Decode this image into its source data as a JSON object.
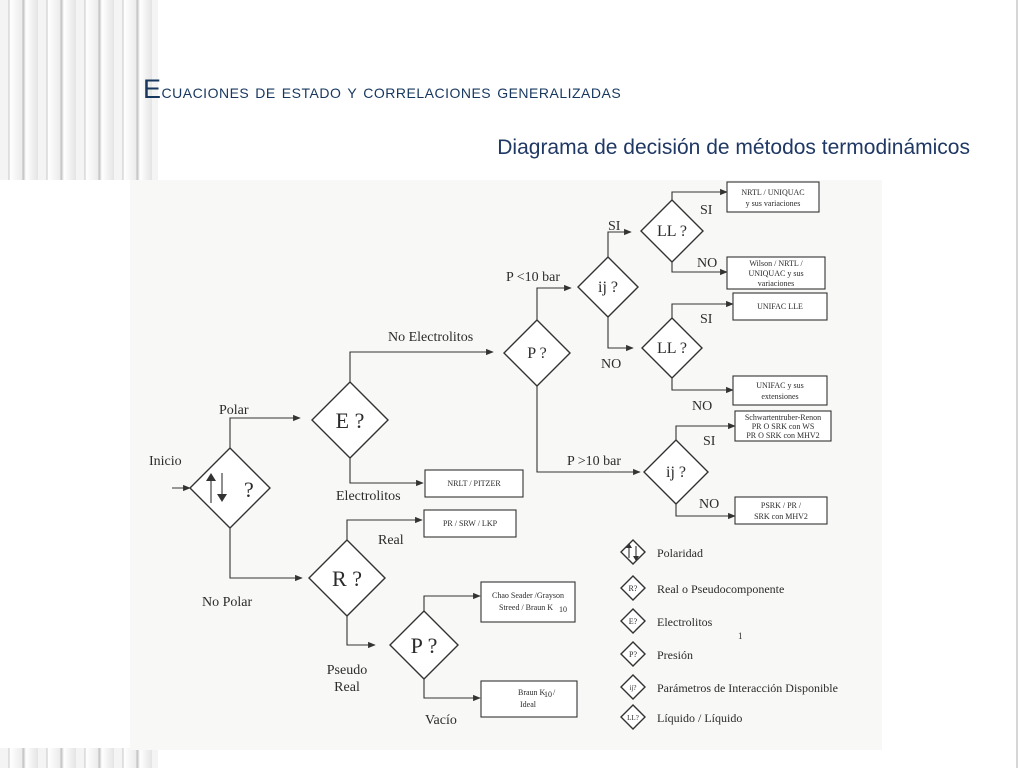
{
  "slide": {
    "title": "Ecuaciones de estado y correlaciones generalizadas",
    "subtitle": "Diagrama de decisión de métodos termodinámicos"
  },
  "diagram": {
    "decisions": {
      "polarity": "?",
      "electrolytes": "E ?",
      "real": "R ?",
      "pressure_main": "P ?",
      "pressure_pseudo": "P ?",
      "interaction_low": "ij ?",
      "interaction_high": "ij ?",
      "ll_upper": "LL ?",
      "ll_lower": "LL ?"
    },
    "labels": {
      "inicio": "Inicio",
      "polar": "Polar",
      "no_polar": "No Polar",
      "no_electrolitos": "No Electrolitos",
      "electrolitos": "Electrolitos",
      "real": "Real",
      "pseudo_1": "Pseudo",
      "pseudo_2": "Real",
      "vacio": "Vacío",
      "p_low": "P <10 bar",
      "p_high": "P >10 bar",
      "si_ij_low": "SI",
      "no_ij_low": "NO",
      "si_ll_upper": "SI",
      "no_ll_upper": "NO",
      "si_ll_lower": "SI",
      "no_ll_lower": "NO",
      "si_ij_high": "SI",
      "no_ij_high": "NO"
    },
    "results": {
      "nrtl_uniquac": [
        "NRTL / UNIQUAC",
        "y sus variaciones"
      ],
      "wilson": [
        "Wilson / NRTL /",
        "UNIQUAC y sus",
        "variaciones"
      ],
      "unifac_lle": [
        "UNIFAC LLE"
      ],
      "unifac_ext": [
        "UNIFAC y sus",
        "extensiones"
      ],
      "schwartentruber": [
        "Schwartentruber-Renon",
        "PR O SRK con WS",
        "PR O SRK con MHV2"
      ],
      "psrk": [
        "PSRK / PR /",
        "SRK con MHV2"
      ],
      "nrlt_pitzer": [
        "NRLT / PITZER"
      ],
      "pr_srk_lkp": [
        "PR / SRW / LKP"
      ],
      "chao_seader": [
        "Chao Seader /Grayson",
        "Streed / Braun K",
        "10"
      ],
      "braun_ideal": [
        "Braun K",
        "10",
        "/",
        "Ideal"
      ]
    },
    "legend": [
      {
        "symbol": "↑↓",
        "label": "Polaridad"
      },
      {
        "symbol": "R?",
        "label": "Real o Pseudocomponente"
      },
      {
        "symbol": "E?",
        "label": "Electrolitos"
      },
      {
        "symbol": "P?",
        "label": "Presión"
      },
      {
        "symbol": "ij?",
        "label": "Parámetros de Interacción Disponible"
      },
      {
        "symbol": "LL?",
        "label": "Líquido / Líquido"
      }
    ],
    "page_mark": "1"
  }
}
